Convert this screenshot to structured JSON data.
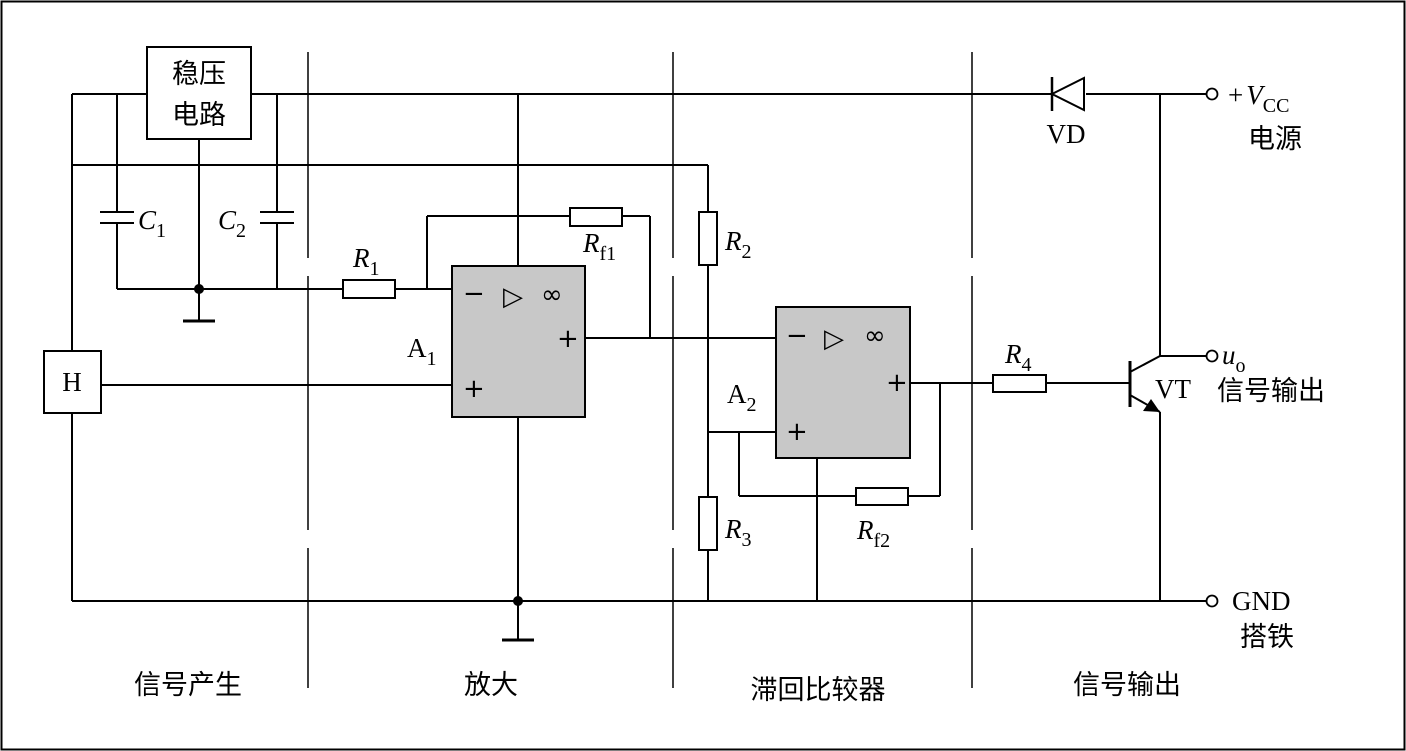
{
  "blocks": {
    "regulator": [
      "稳压",
      "电路"
    ],
    "hall": "H"
  },
  "components": {
    "C1": {
      "letter": "C",
      "sub": "1"
    },
    "C2": {
      "letter": "C",
      "sub": "2"
    },
    "R1": {
      "letter": "R",
      "sub": "1"
    },
    "Rf1": {
      "letter": "R",
      "sub": "f1"
    },
    "R2": {
      "letter": "R",
      "sub": "2"
    },
    "R3": {
      "letter": "R",
      "sub": "3"
    },
    "Rf2": {
      "letter": "R",
      "sub": "f2"
    },
    "R4": {
      "letter": "R",
      "sub": "4"
    },
    "A1": {
      "letter": "A",
      "sub": "1"
    },
    "A2": {
      "letter": "A",
      "sub": "2"
    },
    "VD": "VD",
    "VT": "VT"
  },
  "opamp": {
    "minus": "−",
    "plus": "+",
    "buffer": "▷",
    "infinity": "∞"
  },
  "terminals": {
    "vcc": {
      "prefix": "+",
      "letter": "V",
      "sub": "CC",
      "caption": "电源"
    },
    "uo": {
      "letter": "u",
      "sub": "o",
      "caption": "信号输出"
    },
    "gnd": {
      "label": "GND",
      "caption": "搭铁"
    }
  },
  "sections": [
    "信号产生",
    "放大",
    "滞回比较器",
    "信号输出"
  ]
}
